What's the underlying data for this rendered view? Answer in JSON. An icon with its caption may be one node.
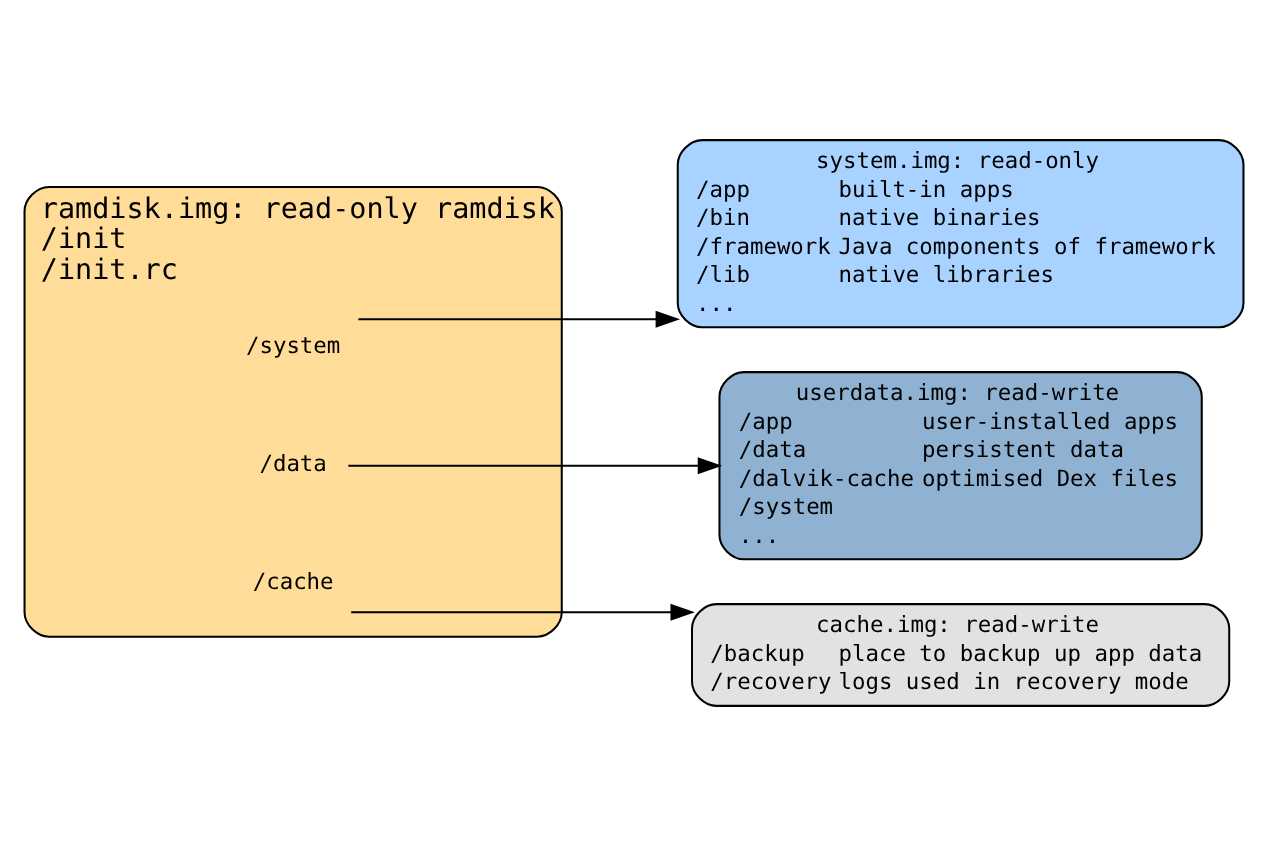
{
  "diagram": {
    "nodes": [
      {
        "text": [
          "ramdisk.img: read-only ramdisk",
          "/init",
          "/init.rc"
        ]
      },
      {
        "text": [
          "/system"
        ],
        "in": 0
      },
      {
        "text": [
          "/data"
        ],
        "in": 0
      },
      {
        "text": [
          "/cache"
        ],
        "in": 0
      },
      {
        "text": [
          "system.img: read-only",
          "/app",
          "built-in apps",
          "/bin",
          "native binaries",
          "/framework",
          "Java components of framework",
          "/lib",
          "native libraries",
          "..."
        ]
      },
      {
        "text": [
          "userdata.img: read-write",
          "/app",
          "user-installed apps",
          "/data",
          "persistent data",
          "/dalvik-cache",
          "optimised Dex files",
          "/system",
          "..."
        ]
      },
      {
        "text": [
          "cache.img: read-write",
          "/backup",
          "place to backup up app data",
          "/recovery",
          "logs used in recovery mode"
        ]
      }
    ],
    "edges": [
      {
        "from": 1,
        "to": 4,
        "arrow": "to"
      },
      {
        "from": 2,
        "to": 5,
        "arrow": "to"
      },
      {
        "from": 3,
        "to": 6,
        "arrow": "to"
      }
    ]
  }
}
